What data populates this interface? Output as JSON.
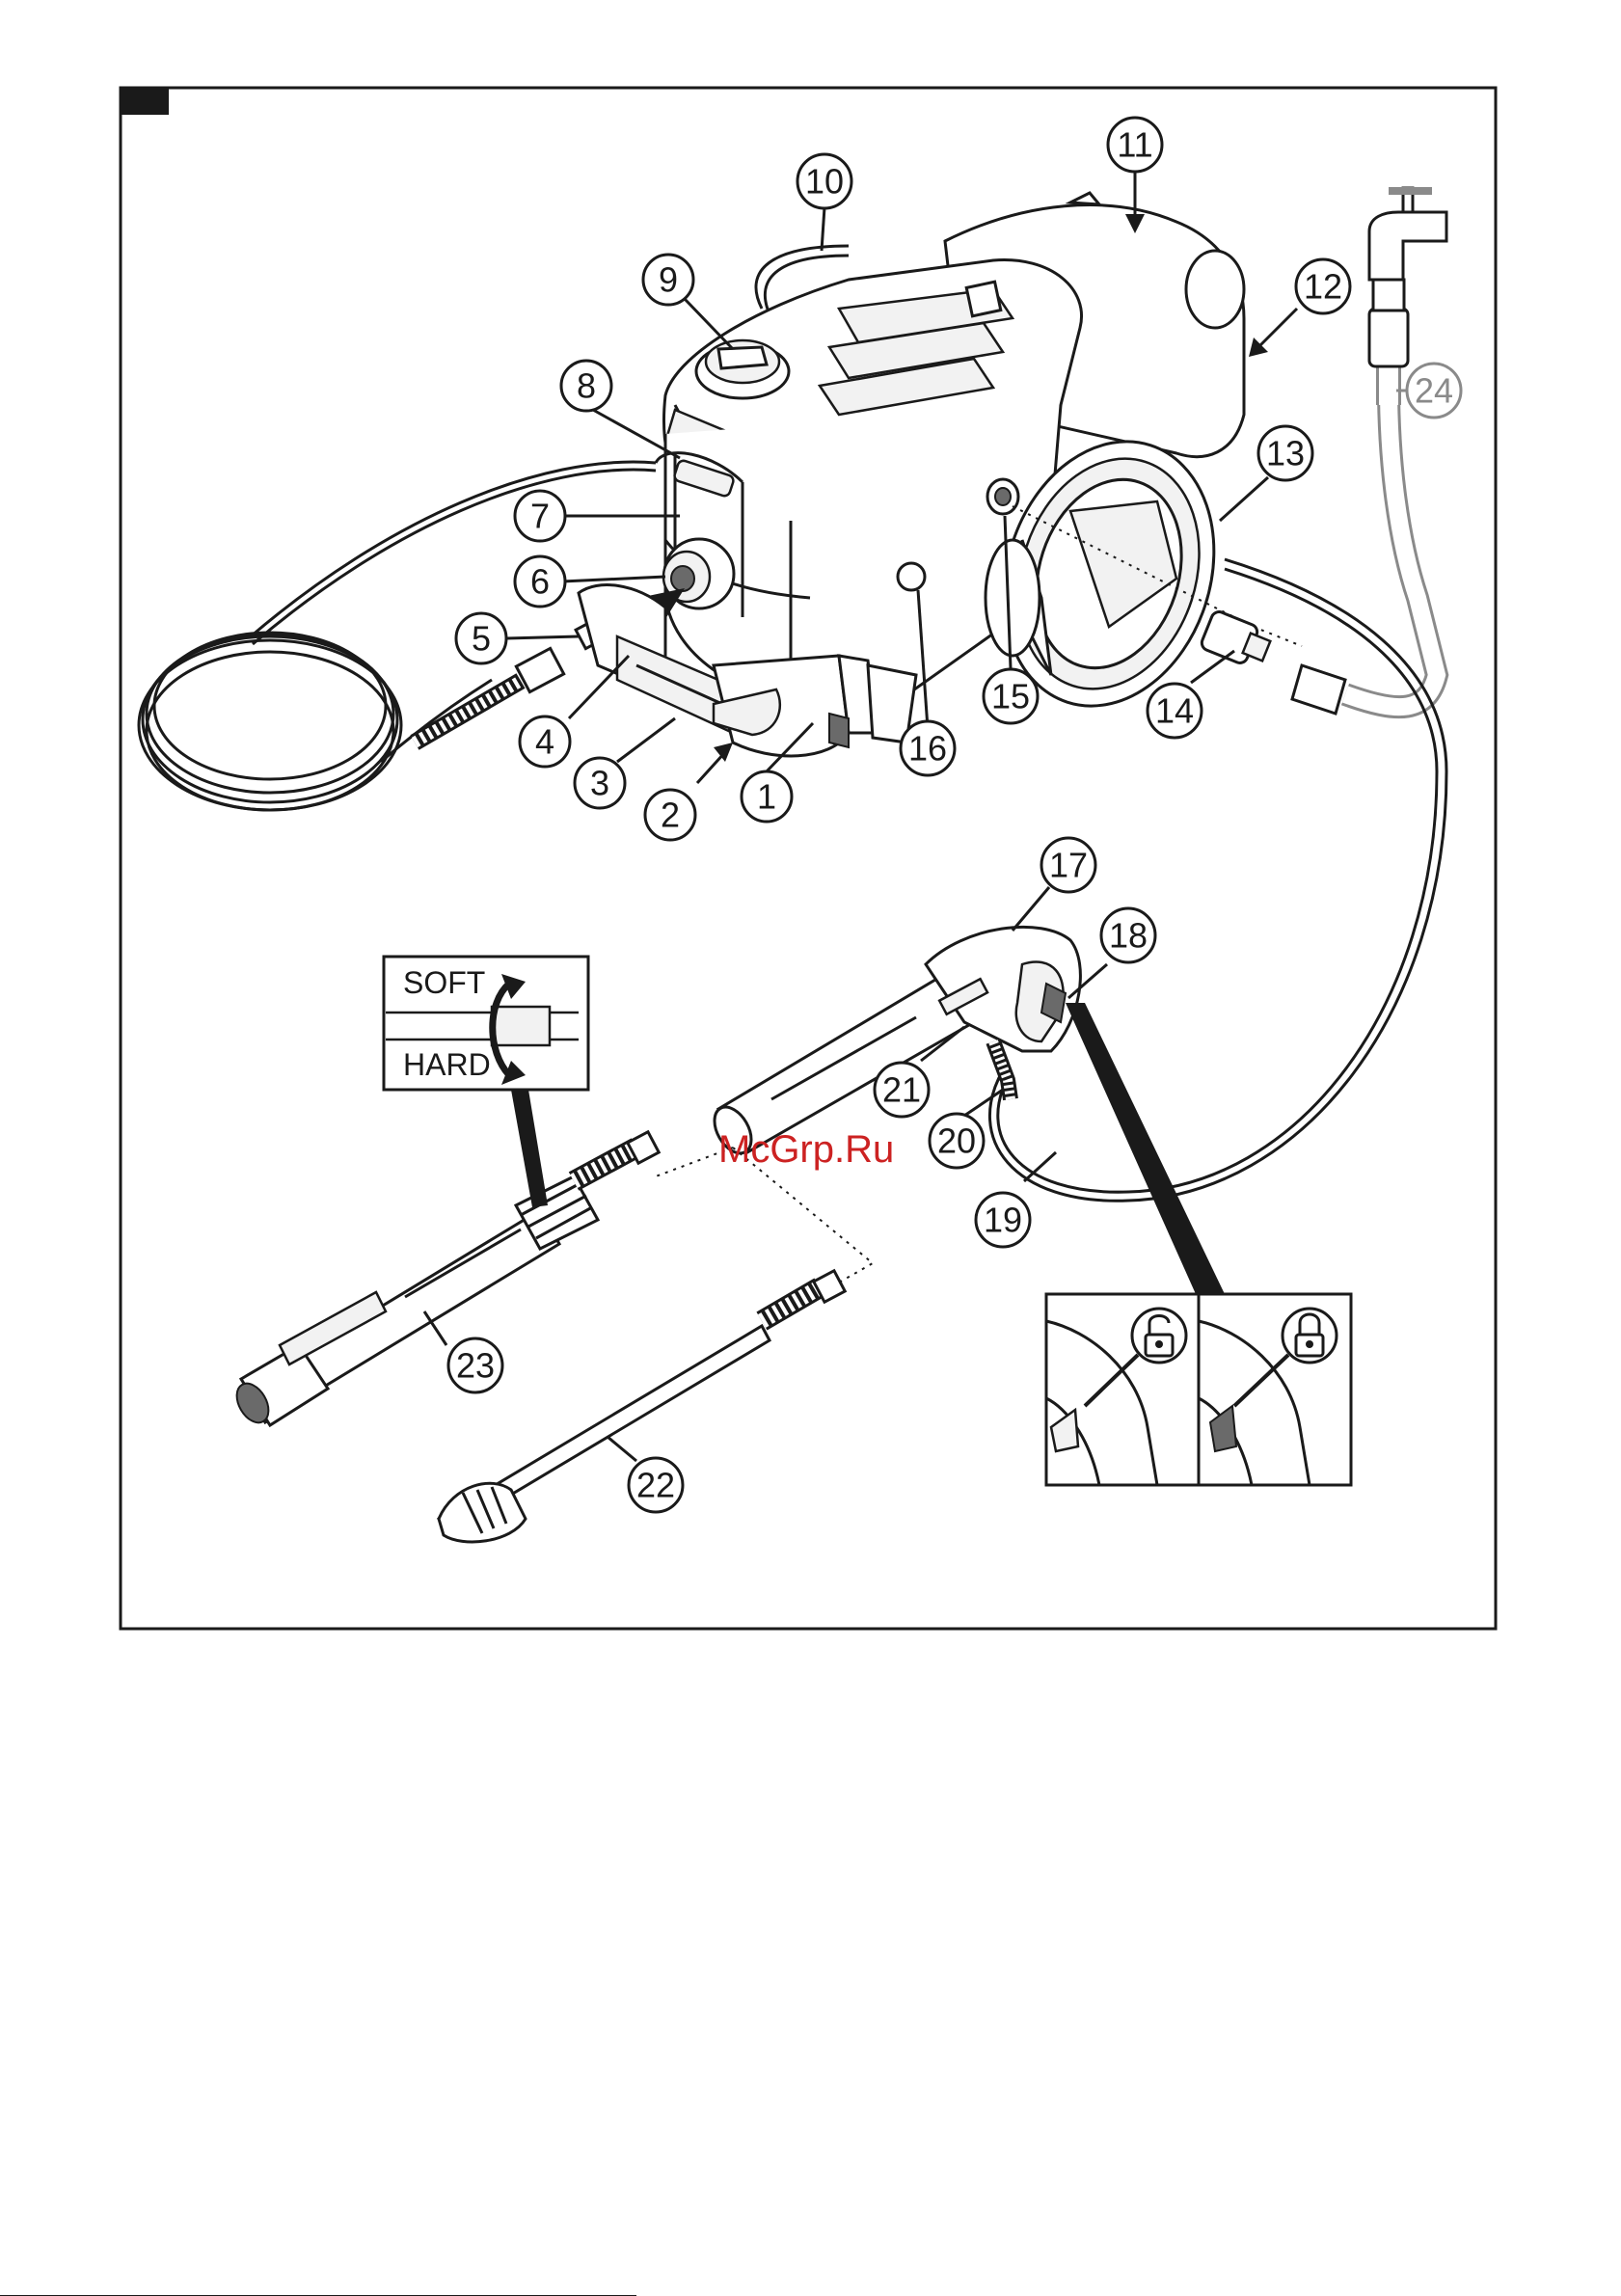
{
  "watermark": "McGrp.Ru",
  "nozzle_inset": {
    "soft_label": "SOFT",
    "hard_label": "HARD"
  },
  "callouts": [
    {
      "id": "1",
      "label": "1"
    },
    {
      "id": "2",
      "label": "2"
    },
    {
      "id": "3",
      "label": "3"
    },
    {
      "id": "4",
      "label": "4"
    },
    {
      "id": "5",
      "label": "5"
    },
    {
      "id": "6",
      "label": "6"
    },
    {
      "id": "7",
      "label": "7"
    },
    {
      "id": "8",
      "label": "8"
    },
    {
      "id": "9",
      "label": "9"
    },
    {
      "id": "10",
      "label": "10"
    },
    {
      "id": "11",
      "label": "11"
    },
    {
      "id": "12",
      "label": "12"
    },
    {
      "id": "13",
      "label": "13"
    },
    {
      "id": "14",
      "label": "14"
    },
    {
      "id": "15",
      "label": "15"
    },
    {
      "id": "16",
      "label": "16"
    },
    {
      "id": "17",
      "label": "17"
    },
    {
      "id": "18",
      "label": "18"
    },
    {
      "id": "19",
      "label": "19"
    },
    {
      "id": "20",
      "label": "20"
    },
    {
      "id": "21",
      "label": "21"
    },
    {
      "id": "22",
      "label": "22"
    },
    {
      "id": "23",
      "label": "23"
    },
    {
      "id": "24",
      "label": "24",
      "style": "grey"
    }
  ],
  "icons": {
    "logo_plate": "kaercher-logo-plate",
    "lock_open": "unlock-icon",
    "lock_closed": "lock-icon",
    "rotate_arrow": "rotate-arrow-icon",
    "insert_arrow": "insert-arrow-icon"
  },
  "colors": {
    "line": "#1a1a1a",
    "accessory_grey": "#8a8a8a",
    "watermark": "#cc2222"
  }
}
